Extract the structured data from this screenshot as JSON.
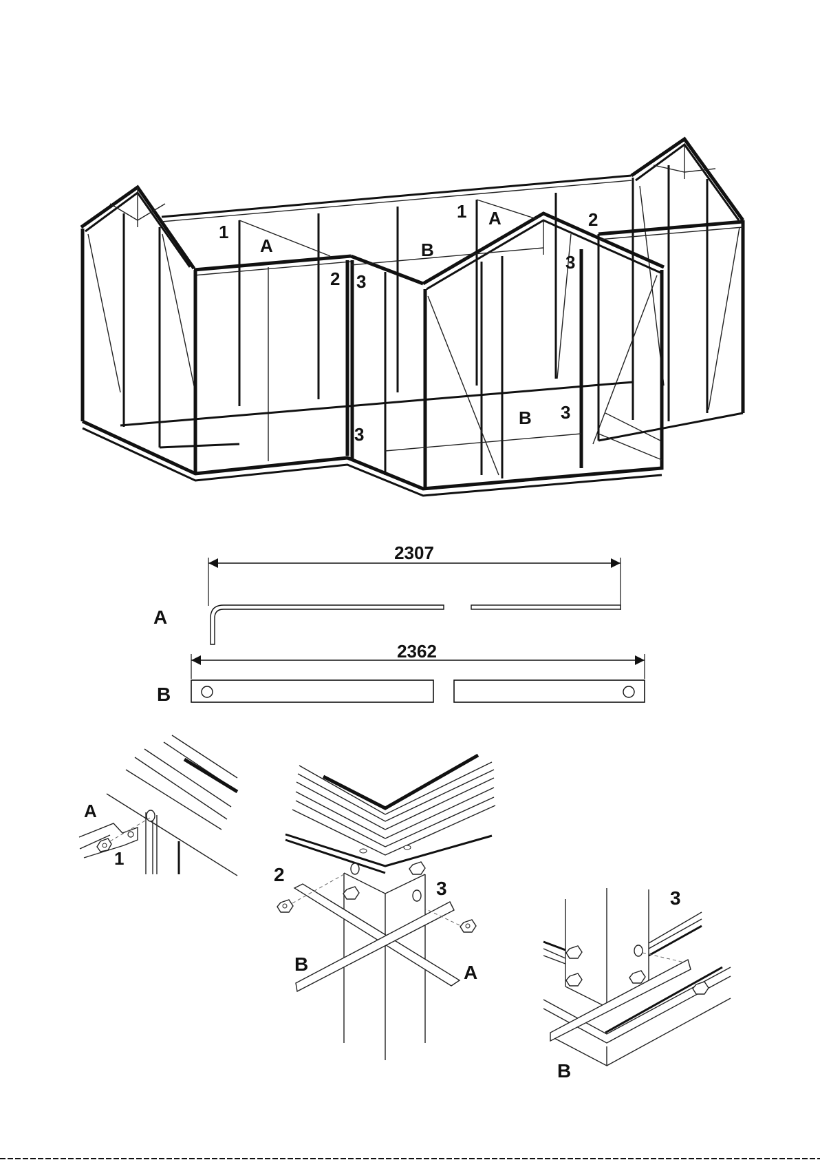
{
  "greenhouse": {
    "labels": {
      "one_left": "1",
      "a_left": "A",
      "two_mid": "2",
      "three_mid_top": "3",
      "b_top": "B",
      "one_right": "1",
      "a_right": "A",
      "two_right": "2",
      "three_right": "3",
      "three_mid_bottom": "3",
      "b_bottom": "B",
      "three_bottom_right": "3"
    }
  },
  "parts": {
    "a": {
      "label": "A",
      "dimension": "2307"
    },
    "b": {
      "label": "B",
      "dimension": "2362"
    }
  },
  "details": {
    "detail1": {
      "a": "A",
      "one": "1"
    },
    "detail2": {
      "two": "2",
      "three": "3",
      "b": "B",
      "a": "A"
    },
    "detail3": {
      "three": "3",
      "b": "B"
    }
  }
}
